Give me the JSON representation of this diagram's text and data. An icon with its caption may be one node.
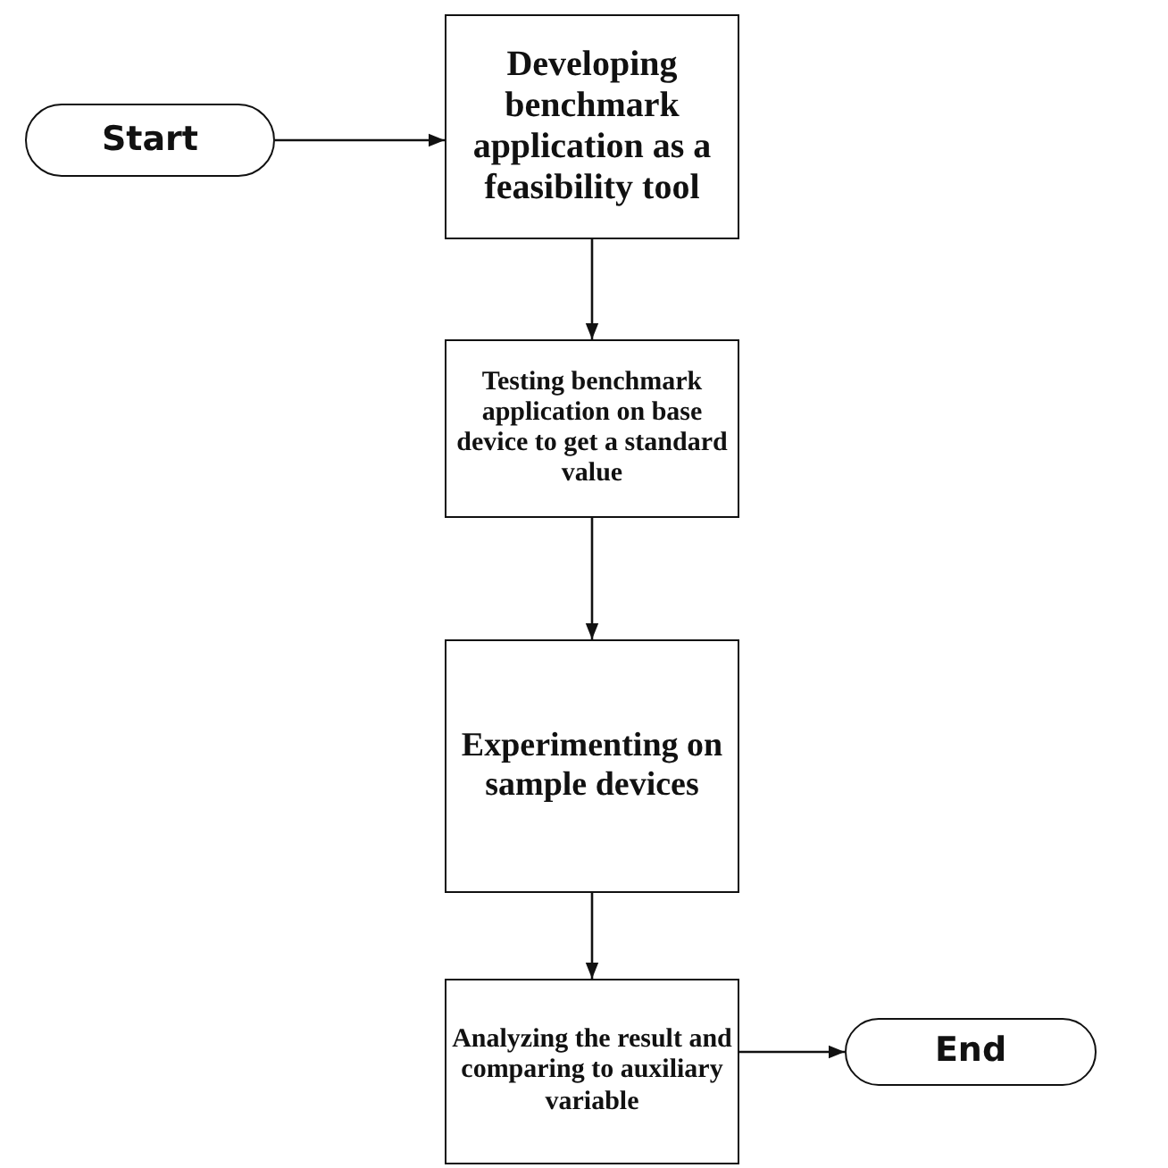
{
  "diagram": {
    "nodes": [
      {
        "text": [
          "Start"
        ]
      },
      {
        "text": [
          "Developing benchmark application as a feasibility tool"
        ]
      },
      {
        "text": [
          "Testing benchmark application on base device to get a standard value"
        ]
      },
      {
        "text": [
          "Experimenting on sample devices"
        ]
      },
      {
        "text": [
          "Analyzing the result and comparing to auxiliary variable"
        ]
      },
      {
        "text": [
          "End"
        ]
      }
    ],
    "edges": [
      {
        "from": 0,
        "to": 1,
        "arrow": "to"
      },
      {
        "from": 1,
        "to": 2,
        "arrow": "to"
      },
      {
        "from": 2,
        "to": 3,
        "arrow": "to"
      },
      {
        "from": 3,
        "to": 4,
        "arrow": "to"
      },
      {
        "from": 4,
        "to": 5,
        "arrow": "to"
      }
    ]
  }
}
